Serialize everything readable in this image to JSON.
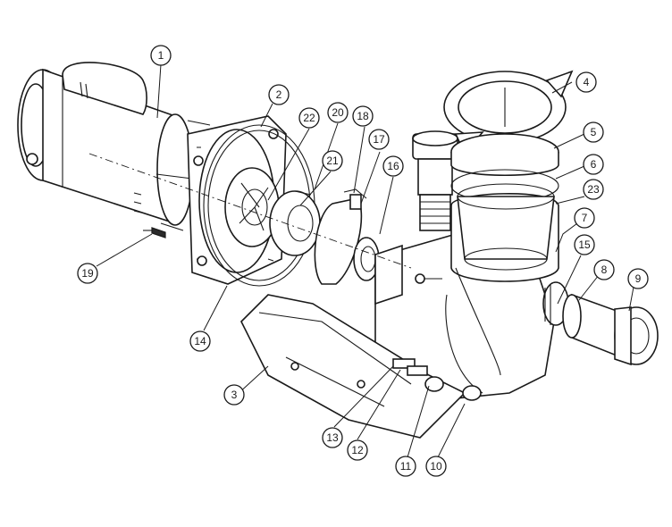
{
  "colors": {
    "line": "#1a1a1a",
    "background": "#ffffff"
  },
  "callouts": [
    {
      "id": "c1",
      "label": "1"
    },
    {
      "id": "c2",
      "label": "2"
    },
    {
      "id": "c3",
      "label": "3"
    },
    {
      "id": "c4",
      "label": "4"
    },
    {
      "id": "c5",
      "label": "5"
    },
    {
      "id": "c6",
      "label": "6"
    },
    {
      "id": "c7",
      "label": "7"
    },
    {
      "id": "c8",
      "label": "8"
    },
    {
      "id": "c9",
      "label": "9"
    },
    {
      "id": "c10",
      "label": "10"
    },
    {
      "id": "c11",
      "label": "11"
    },
    {
      "id": "c12",
      "label": "12"
    },
    {
      "id": "c13",
      "label": "13"
    },
    {
      "id": "c14",
      "label": "14"
    },
    {
      "id": "c15",
      "label": "15"
    },
    {
      "id": "c16",
      "label": "16"
    },
    {
      "id": "c17",
      "label": "17"
    },
    {
      "id": "c18",
      "label": "18"
    },
    {
      "id": "c19",
      "label": "19"
    },
    {
      "id": "c20",
      "label": "20"
    },
    {
      "id": "c21",
      "label": "21"
    },
    {
      "id": "c22",
      "label": "22"
    },
    {
      "id": "c23",
      "label": "23"
    }
  ]
}
